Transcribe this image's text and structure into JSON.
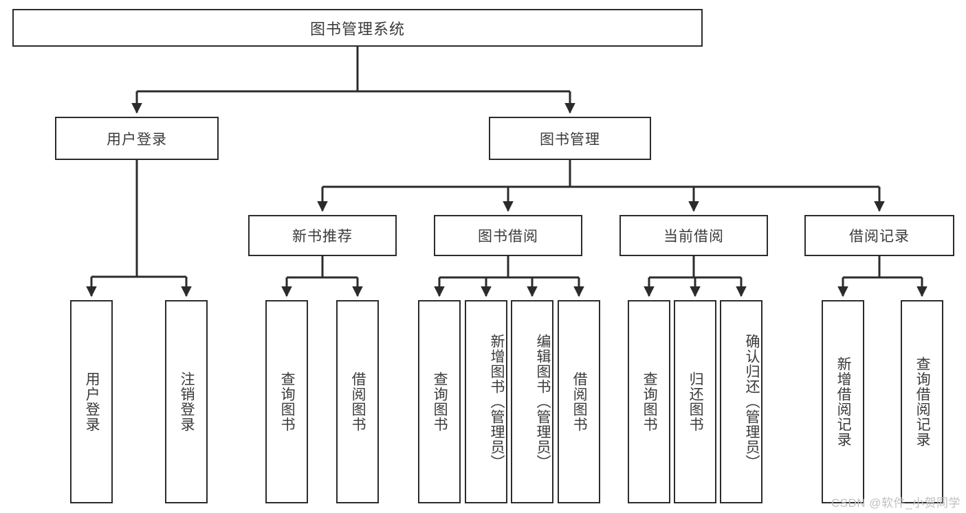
{
  "diagram": {
    "title": "图书管理系统",
    "type": "tree-hierarchy",
    "stroke_color": "#2b2b2b",
    "text_color": "#3a3a3a",
    "background_color": "#ffffff",
    "watermark": "CSDN @软件_小贺同学",
    "root": {
      "label": "图书管理系统"
    },
    "level2": [
      {
        "label": "用户登录"
      },
      {
        "label": "图书管理"
      }
    ],
    "level3": [
      {
        "label": "新书推荐"
      },
      {
        "label": "图书借阅"
      },
      {
        "label": "当前借阅"
      },
      {
        "label": "借阅记录"
      }
    ],
    "leaves": {
      "user_login": [
        {
          "label": "用户登录"
        },
        {
          "label": "注销登录"
        }
      ],
      "new_book_recommend": [
        {
          "label": "查询图书"
        },
        {
          "label": "借阅图书"
        }
      ],
      "book_borrow": [
        {
          "label": "查询图书"
        },
        {
          "label": "新增图书（管理员）"
        },
        {
          "label": "编辑图书（管理员）"
        },
        {
          "label": "借阅图书"
        }
      ],
      "current_borrow": [
        {
          "label": "查询图书"
        },
        {
          "label": "归还图书"
        },
        {
          "label": "确认归还（管理员）"
        }
      ],
      "borrow_record": [
        {
          "label": "新增借阅记录"
        },
        {
          "label": "查询借阅记录"
        }
      ]
    }
  }
}
